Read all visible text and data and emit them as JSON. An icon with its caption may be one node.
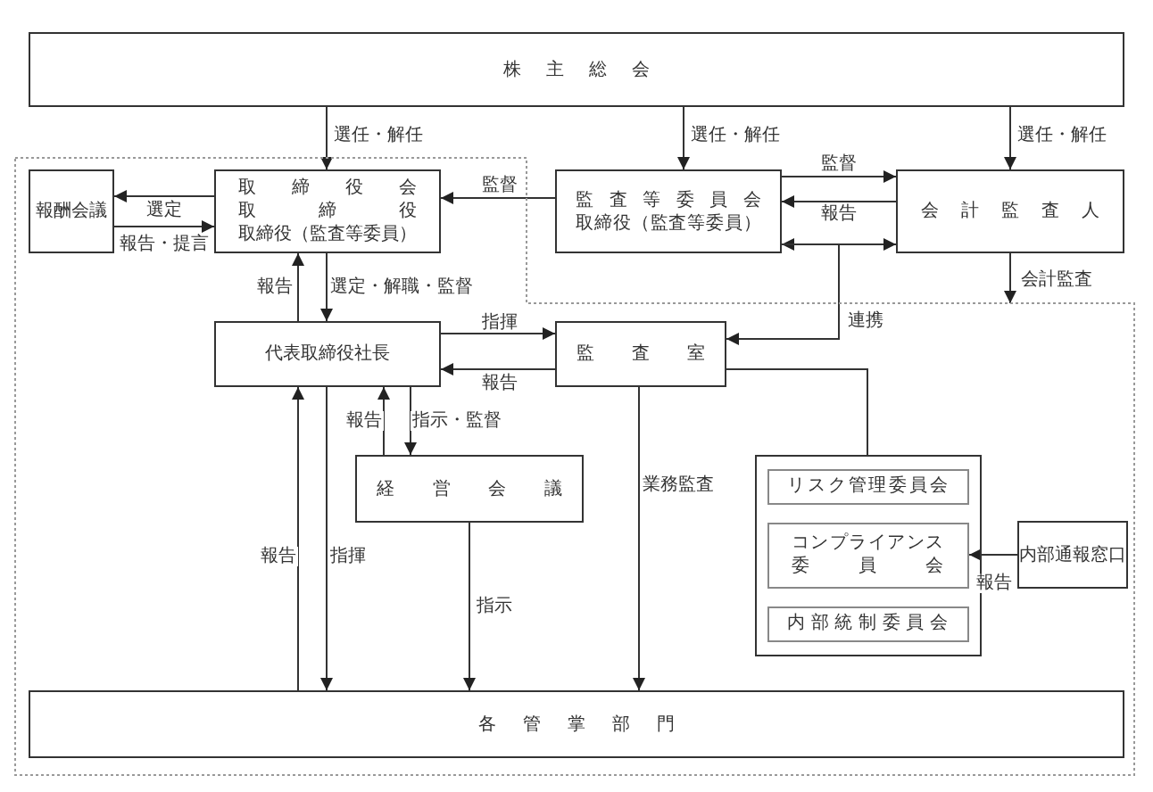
{
  "diagram": {
    "nodes": [
      {
        "text": [
          "株主総会"
        ]
      },
      {
        "text": [],
        "shape": "polygon"
      },
      {
        "text": [
          "報酬会議"
        ],
        "in": 1
      },
      {
        "text": [
          "取締役会",
          "取締役",
          "取締役（監査等委員）"
        ],
        "in": 1
      },
      {
        "text": [
          "監査等委員会",
          "取締役（監査等委員）"
        ]
      },
      {
        "text": [
          "会計監査人"
        ]
      },
      {
        "text": [
          "代表取締役社長"
        ],
        "in": 1
      },
      {
        "text": [
          "監査室"
        ],
        "in": 1
      },
      {
        "text": [
          "経営会議"
        ],
        "in": 1
      },
      {
        "text": [],
        "shape": "box",
        "in": 1
      },
      {
        "text": [
          "リスク管理委員会"
        ],
        "in": 9
      },
      {
        "text": [
          "コンプライアンス委員会"
        ],
        "in": 9
      },
      {
        "text": [
          "内部統制委員会"
        ],
        "in": 9
      },
      {
        "text": [
          "内部通報窓口"
        ],
        "in": 1
      },
      {
        "text": [
          "各管掌部門"
        ],
        "in": 1
      }
    ],
    "edges": [
      {
        "from": 0,
        "to": 3,
        "arrow": "to",
        "label": "選任・解任"
      },
      {
        "from": 0,
        "to": 4,
        "arrow": "to",
        "label": "選任・解任"
      },
      {
        "from": 0,
        "to": 5,
        "arrow": "to",
        "label": "選任・解任"
      },
      {
        "from": 3,
        "to": 2,
        "arrow": "to",
        "label": "選定"
      },
      {
        "from": 2,
        "to": 3,
        "arrow": "to",
        "label": "報告・提言"
      },
      {
        "from": 4,
        "to": 3,
        "arrow": "to",
        "label": "監督"
      },
      {
        "from": 4,
        "to": 5,
        "arrow": "to",
        "label": "監督"
      },
      {
        "from": 5,
        "to": 4,
        "arrow": "to",
        "label": "報告"
      },
      {
        "from": 4,
        "to": 5,
        "arrow": "both"
      },
      {
        "from": 4,
        "to": 7,
        "arrow": "to",
        "label": "連携"
      },
      {
        "from": 5,
        "to": 1,
        "arrow": "to",
        "label": "会計監査"
      },
      {
        "from": 3,
        "to": 6,
        "arrow": "to",
        "label": "選定・解職・監督"
      },
      {
        "from": 6,
        "to": 3,
        "arrow": "to",
        "label": "報告"
      },
      {
        "from": 6,
        "to": 7,
        "arrow": "to",
        "label": "指揮"
      },
      {
        "from": 7,
        "to": 6,
        "arrow": "to",
        "label": "報告"
      },
      {
        "from": 6,
        "to": 8,
        "arrow": "to",
        "label": "指示・監督"
      },
      {
        "from": 8,
        "to": 6,
        "arrow": "to",
        "label": "報告"
      },
      {
        "from": 14,
        "to": 6,
        "arrow": "to",
        "label": "報告"
      },
      {
        "from": 6,
        "to": 14,
        "arrow": "to",
        "label": "指揮"
      },
      {
        "from": 8,
        "to": 14,
        "arrow": "to",
        "label": "指示"
      },
      {
        "from": 7,
        "to": 14,
        "arrow": "to",
        "label": "業務監査"
      },
      {
        "from": 7,
        "to": 9,
        "arrow": "none"
      },
      {
        "from": 13,
        "to": 11,
        "arrow": "to",
        "label": "報告"
      }
    ]
  }
}
